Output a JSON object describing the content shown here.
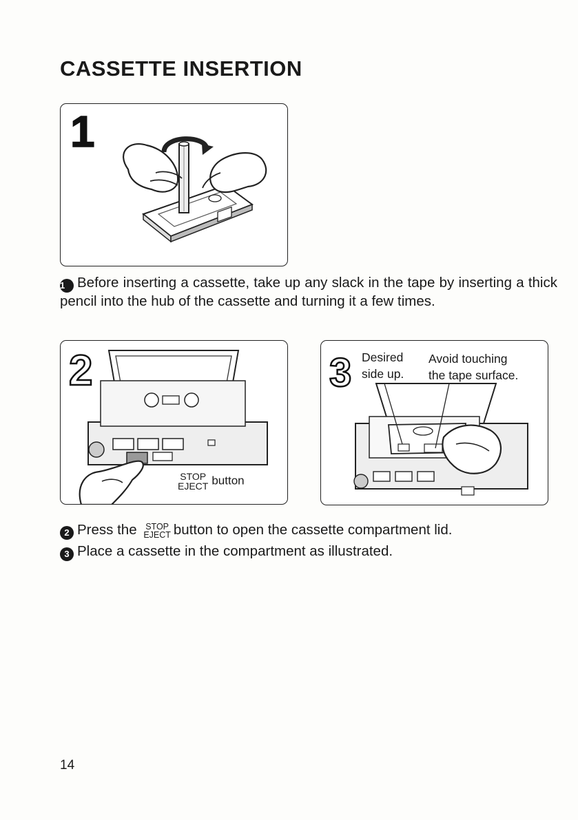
{
  "page": {
    "title": "CASSETTE INSERTION",
    "page_number": "14"
  },
  "step1": {
    "number": "1",
    "bullet": "1",
    "text": "Before inserting a cassette, take up any slack in the tape by inserting a thick pencil into the hub of the cassette and turning it a few times."
  },
  "step2": {
    "number": "2",
    "bullet": "2",
    "button_label_top": "STOP",
    "button_label_bottom": "EJECT",
    "button_word": "button",
    "text_before": "Press the",
    "text_after": "button to open the cassette compartment lid."
  },
  "step3": {
    "number": "3",
    "bullet": "3",
    "label_desired_line1": "Desired",
    "label_desired_line2": "side up.",
    "label_avoid_line1": "Avoid touching",
    "label_avoid_line2": "the tape surface.",
    "text": "Place a cassette in the compartment as illustrated."
  }
}
